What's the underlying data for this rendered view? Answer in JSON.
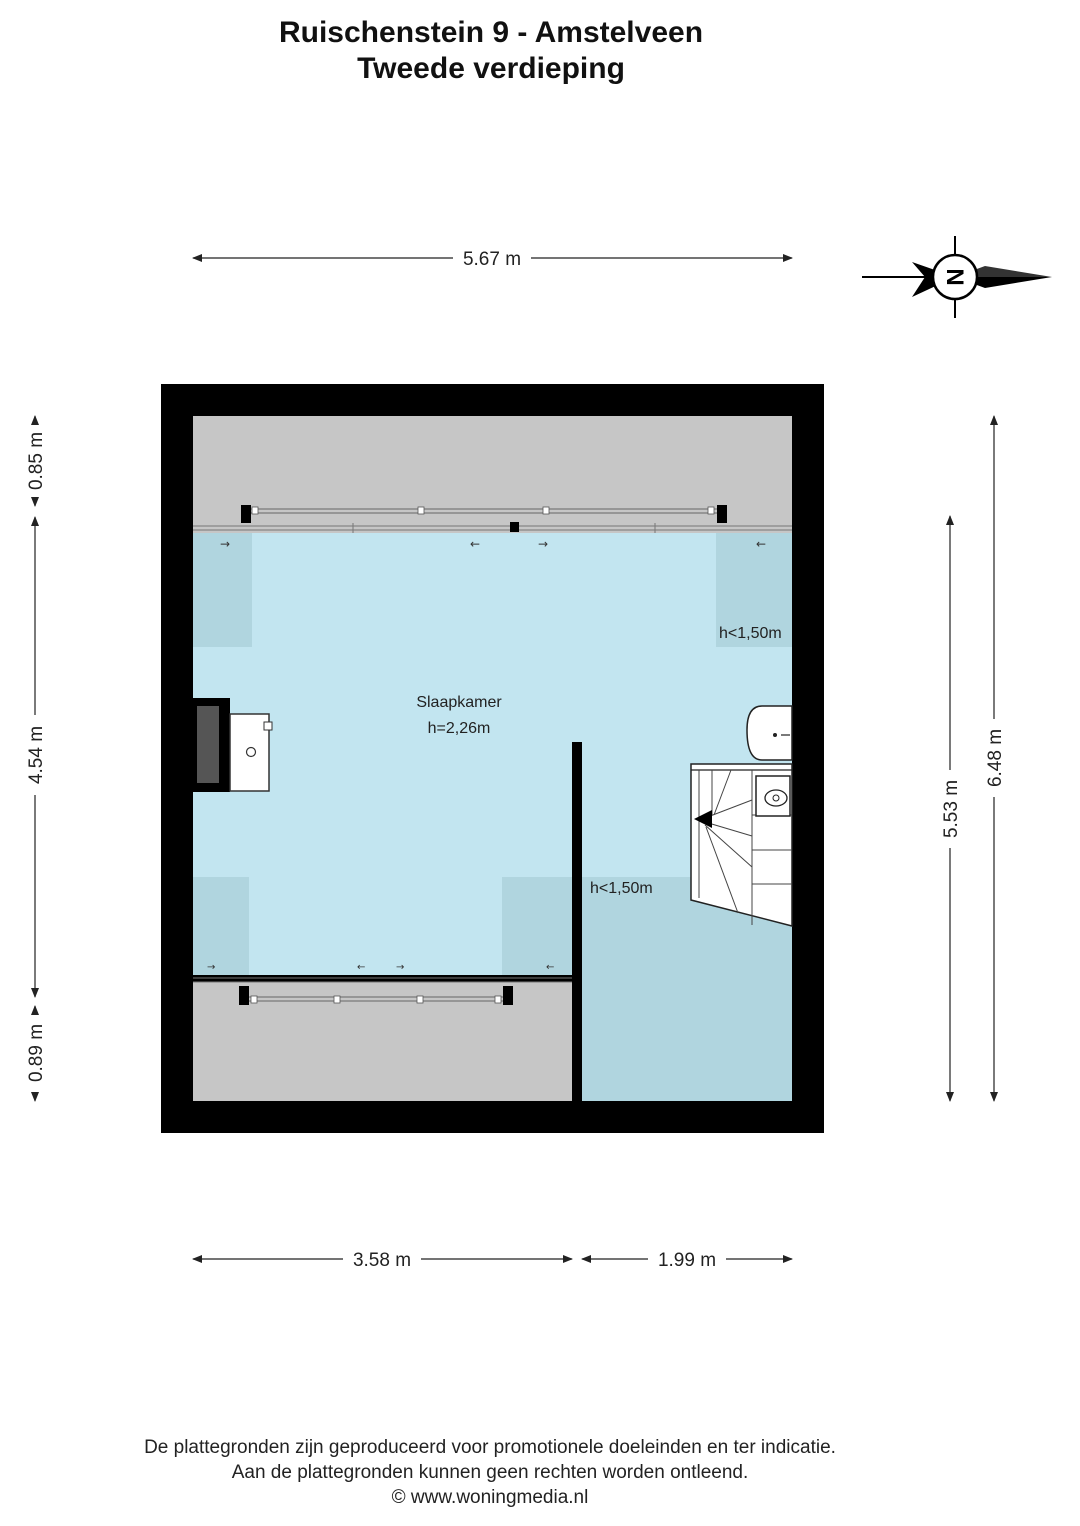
{
  "header": {
    "title": "Ruischenstein 9 - Amstelveen",
    "subtitle": "Tweede verdieping"
  },
  "dimensions": {
    "top_width": "5.67 m",
    "bottom_left": "3.58 m",
    "bottom_right": "1.99 m",
    "left_top": "0.85 m",
    "left_middle": "4.54 m",
    "left_bottom": "0.89 m",
    "right_inner": "5.53 m",
    "right_outer": "6.48 m"
  },
  "rooms": {
    "main_name": "Slaapkamer",
    "main_height": "h=2,26m",
    "low_ceiling_right": "h<1,50m",
    "low_ceiling_lower": "h<1,50m"
  },
  "compass": {
    "letter": "N"
  },
  "footer": {
    "line1": "De plattegronden zijn geproduceerd voor promotionele doeleinden en ter indicatie.",
    "line2": "Aan de plattegronden kunnen geen rechten worden ontleend.",
    "line3": "© www.woningmedia.nl"
  },
  "colors": {
    "wall": "#000000",
    "room": "#c2e5f0",
    "low_ceiling": "#b0d5df",
    "attic": "#c6c6c6"
  }
}
